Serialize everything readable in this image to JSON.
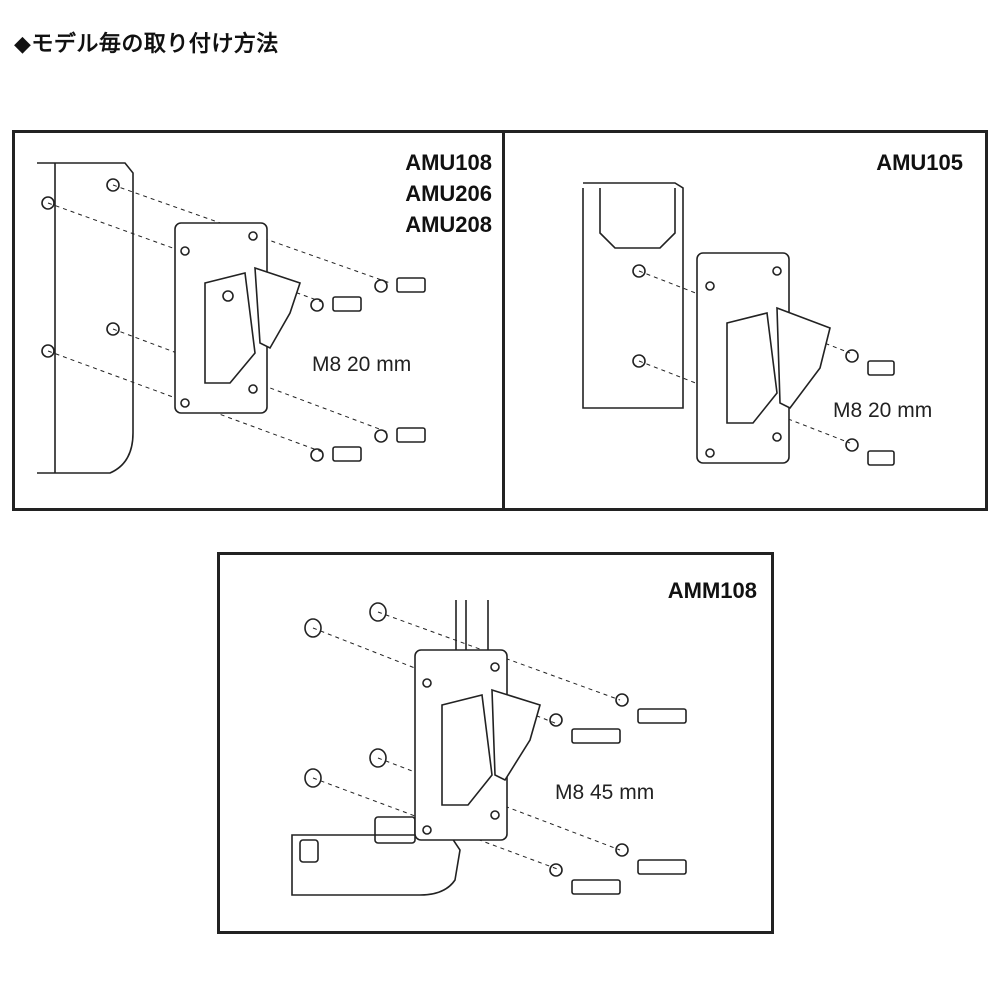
{
  "title": "◆モデル毎の取り付け方法",
  "panels": [
    {
      "models": [
        "AMU108",
        "AMU206",
        "AMU208"
      ],
      "spec": "M8 20 mm"
    },
    {
      "models": [
        "AMU105"
      ],
      "spec": "M8 20 mm"
    },
    {
      "models": [
        "AMM108"
      ],
      "spec": "M8 45 mm"
    }
  ]
}
